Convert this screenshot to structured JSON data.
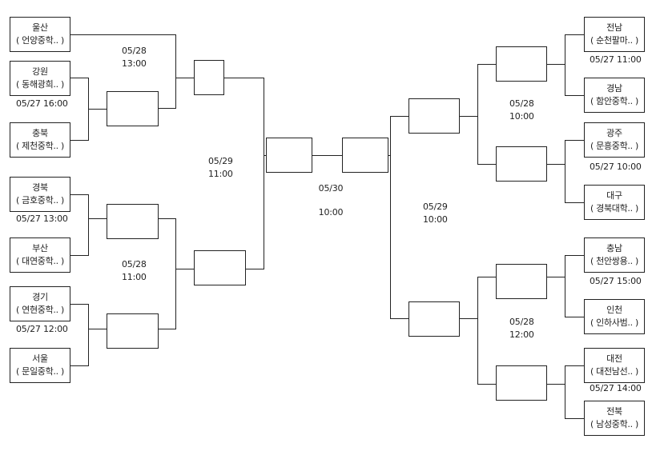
{
  "teams": {
    "ulsan": {
      "region": "울산",
      "school": "( 언양중학.. )"
    },
    "gangwon": {
      "region": "강원",
      "school": "( 동해광희.. )"
    },
    "chungbuk": {
      "region": "충북",
      "school": "( 제천중학.. )"
    },
    "gyeongbuk": {
      "region": "경북",
      "school": "( 금호중학.. )"
    },
    "busan": {
      "region": "부산",
      "school": "( 대연중학.. )"
    },
    "gyeonggi": {
      "region": "경기",
      "school": "( 연현중학.. )"
    },
    "seoul": {
      "region": "서울",
      "school": "( 문일중학.. )"
    },
    "jeonnam": {
      "region": "전남",
      "school": "( 순천팔마.. )"
    },
    "gyeongnam": {
      "region": "경남",
      "school": "( 함안중학.. )"
    },
    "gwangju": {
      "region": "광주",
      "school": "( 문흥중학.. )"
    },
    "daegu": {
      "region": "대구",
      "school": "( 경북대학.. )"
    },
    "chungnam": {
      "region": "충남",
      "school": "( 천안쌍용.. )"
    },
    "incheon": {
      "region": "인천",
      "school": "( 인하사범.. )"
    },
    "daejeon": {
      "region": "대전",
      "school": "( 대전남선.. )"
    },
    "jeonbuk": {
      "region": "전북",
      "school": "( 남성중학.. )"
    }
  },
  "schedule": {
    "r1_gangwon_chungbuk": "05/27  16:00",
    "r1_gyeongbuk_busan": "05/27  13:00",
    "r1_gyeonggi_seoul": "05/27  12:00",
    "r1_jeonnam_gyeongnam": "05/27  11:00",
    "r1_gwangju_daegu": "05/27  10:00",
    "r1_chungnam_incheon": "05/27  15:00",
    "r1_daejeon_jeonbuk": "05/27  14:00",
    "qf_left_top": {
      "date": "05/28",
      "time": "13:00"
    },
    "qf_left_bottom": {
      "date": "05/28",
      "time": "11:00"
    },
    "qf_right_top": {
      "date": "05/28",
      "time": "10:00"
    },
    "qf_right_bottom": {
      "date": "05/28",
      "time": "12:00"
    },
    "sf_left": {
      "date": "05/29",
      "time": "11:00"
    },
    "sf_right": {
      "date": "05/29",
      "time": "10:00"
    },
    "final": {
      "date": "05/30",
      "time": "10:00"
    }
  }
}
